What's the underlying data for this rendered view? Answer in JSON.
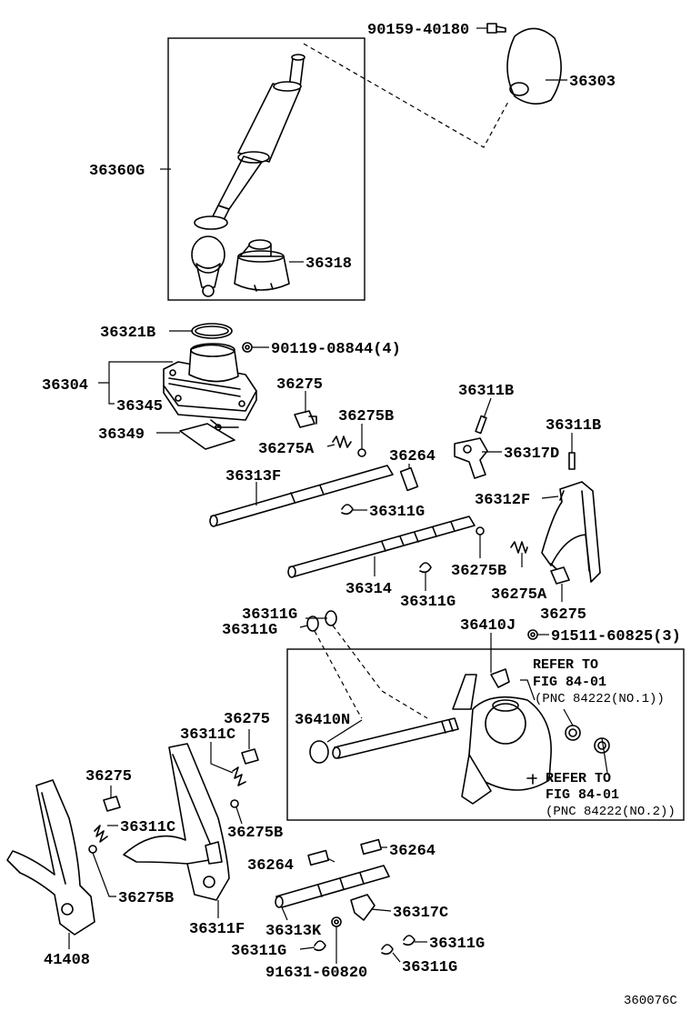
{
  "labels": {
    "l_90159": "90159-40180",
    "l_36303": "36303",
    "l_36360g": "36360G",
    "l_36318": "36318",
    "l_36321b": "36321B",
    "l_90119": "90119-08844(4)",
    "l_36304": "36304",
    "l_36345": "36345",
    "l_36349": "36349",
    "l_36275_a": "36275",
    "l_36275a_a": "36275A",
    "l_36275b_a": "36275B",
    "l_36311b_a": "36311B",
    "l_36317d": "36317D",
    "l_36311b_b": "36311B",
    "l_36313f": "36313F",
    "l_36264_a": "36264",
    "l_36311g_a": "36311G",
    "l_36312f": "36312F",
    "l_36314": "36314",
    "l_36311g_b": "36311G",
    "l_36275b_b": "36275B",
    "l_36275a_b": "36275A",
    "l_36275_b": "36275",
    "l_36311g_c": "36311G",
    "l_36311g_d": "36311G",
    "l_36410j": "36410J",
    "l_91511": "91511-60825(3)",
    "l_36410n": "36410N",
    "l_36275_c": "36275",
    "l_36311c_a": "36311C",
    "l_36275_d": "36275",
    "l_36311c_b": "36311C",
    "l_36275b_c": "36275B",
    "l_36275b_d": "36275B",
    "l_36264_b": "36264",
    "l_36264_c": "36264",
    "l_36317c": "36317C",
    "l_36311f": "36311F",
    "l_36313k": "36313K",
    "l_41408": "41408",
    "l_36311g_e": "36311G",
    "l_36311g_f": "36311G",
    "l_36311g_g": "36311G",
    "l_91631": "91631-60820",
    "l_figcode": "360076C"
  },
  "refs": {
    "r1_line1": "REFER TO",
    "r1_line2": "FIG 84-01",
    "r1_line3": "(PNC 84222(NO.1))",
    "r2_line1": "REFER TO",
    "r2_line2": "FIG 84-01",
    "r2_line3": "(PNC 84222(NO.2))"
  }
}
